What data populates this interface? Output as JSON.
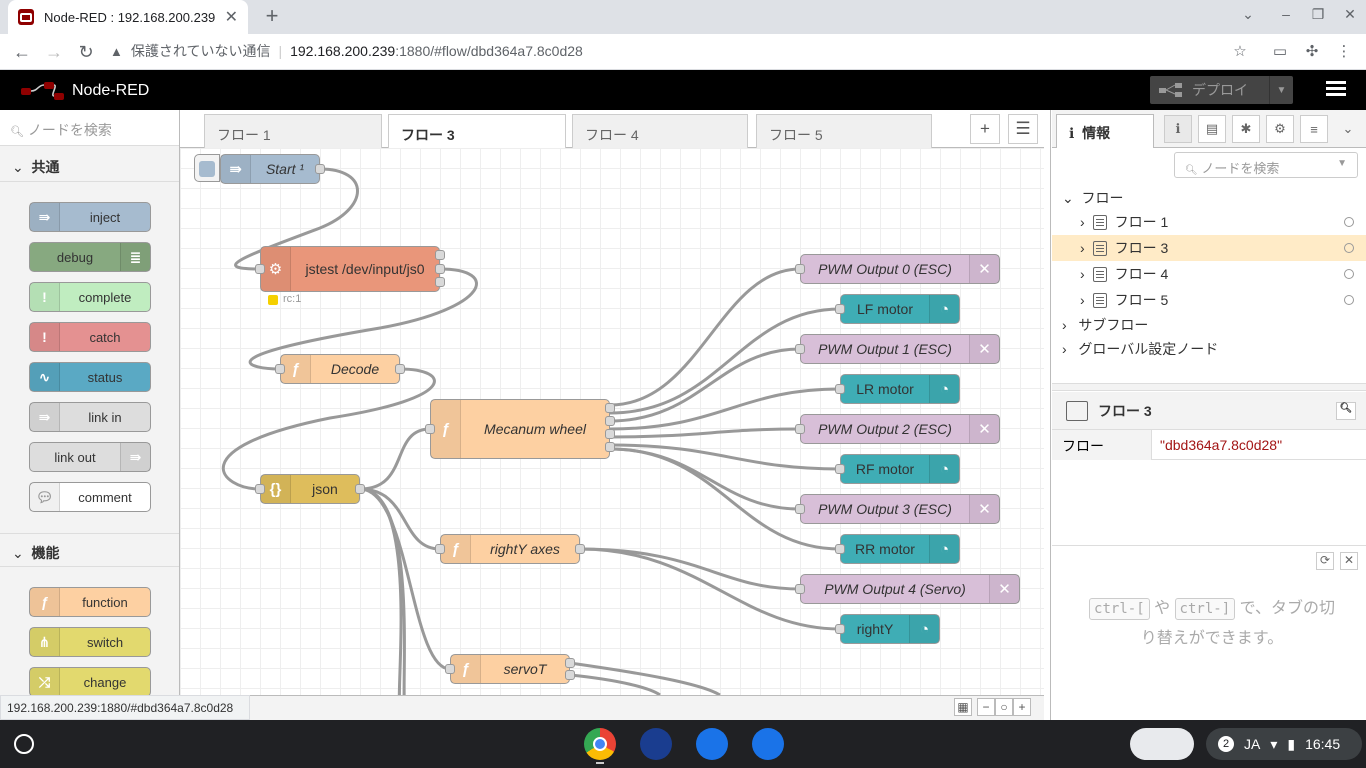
{
  "browser": {
    "tab_title": "Node-RED : 192.168.200.239",
    "url_warning": "保護されていない通信",
    "url_host": "192.168.200.239",
    "url_path": ":1880/#flow/dbd364a7.8c0d28",
    "status_url": "192.168.200.239:1880/#dbd364a7.8c0d28"
  },
  "header": {
    "title": "Node-RED",
    "deploy_label": "デプロイ"
  },
  "palette": {
    "search_placeholder": "ノードを検索",
    "categories": [
      {
        "label": "共通",
        "nodes": [
          "inject",
          "debug",
          "complete",
          "catch",
          "status",
          "link in",
          "link out",
          "comment"
        ]
      },
      {
        "label": "機能",
        "nodes": [
          "function",
          "switch",
          "change"
        ]
      }
    ]
  },
  "workspace": {
    "tabs": [
      "フロー 1",
      "フロー 3",
      "フロー 4",
      "フロー 5"
    ],
    "active_tab": "フロー 3",
    "nodes": {
      "start": "Start ¹",
      "jstest": "jstest /dev/input/js0",
      "jstest_status": "rc:1",
      "decode": "Decode",
      "json": "json",
      "mecanum": "Mecanum wheel",
      "righty_axes": "rightY axes",
      "servot": "servoT",
      "pwm0": "PWM Output 0 (ESC)",
      "lf": "LF motor",
      "pwm1": "PWM Output 1 (ESC)",
      "lr": "LR motor",
      "pwm2": "PWM Output 2 (ESC)",
      "rf": "RF motor",
      "pwm3": "PWM Output 3 (ESC)",
      "rr": "RR motor",
      "pwm4": "PWM Output 4 (Servo)",
      "righty": "rightY"
    }
  },
  "sidebar": {
    "tab_label": "情報",
    "search_placeholder": "ノードを検索",
    "tree": {
      "flows_label": "フロー",
      "flows": [
        "フロー 1",
        "フロー 3",
        "フロー 4",
        "フロー 5"
      ],
      "selected": "フロー 3",
      "subflows_label": "サブフロー",
      "global_label": "グローバル設定ノード"
    },
    "props": {
      "title": "フロー 3",
      "key": "フロー",
      "value": "\"dbd364a7.8c0d28\""
    },
    "help": {
      "key1": "ctrl-[",
      "mid": "や",
      "key2": "ctrl-]",
      "text1": "で、タブの切",
      "text2": "り替えができます。"
    }
  },
  "shelf": {
    "badge": "2",
    "ime": "JA",
    "time": "16:45"
  },
  "colors": {
    "inject": "#a6bbcf",
    "debug": "#87a980",
    "complete": "#c0edc0",
    "catch": "#e49191",
    "status": "#5a8",
    "function": "#fdd0a2",
    "switch": "#e2d96e",
    "pwm": "#d8bfd8",
    "gauge": "#3fadb5",
    "exec": "#e9967a",
    "json": "#debd5c"
  }
}
